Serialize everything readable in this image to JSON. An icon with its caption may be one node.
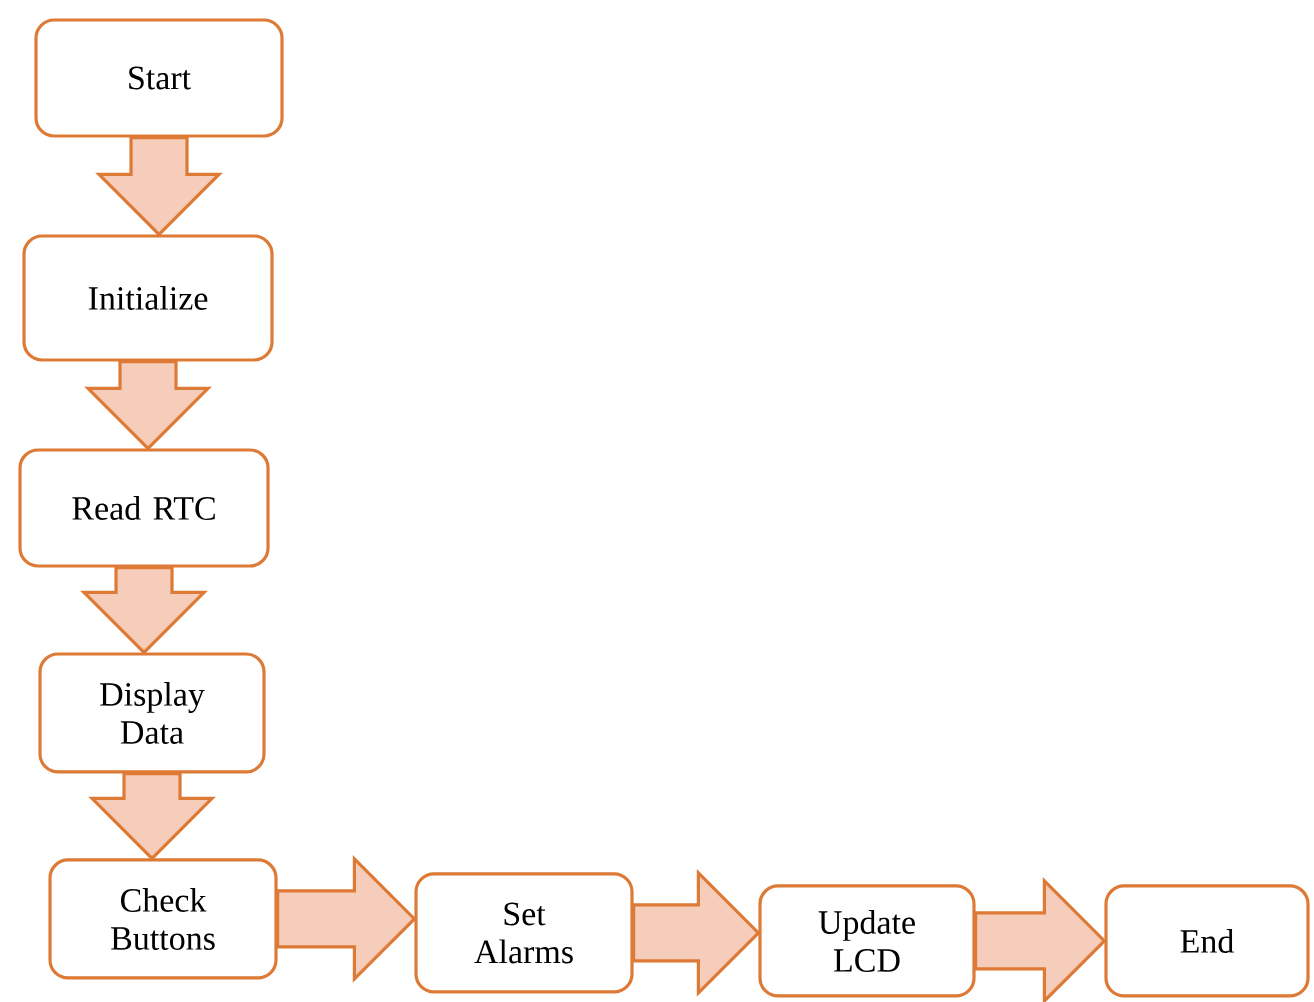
{
  "diagram": {
    "nodes": [
      {
        "text": [
          "Start"
        ]
      },
      {
        "text": [
          "Initialize"
        ]
      },
      {
        "text": [
          "Read RTC"
        ]
      },
      {
        "text": [
          "Display Data"
        ]
      },
      {
        "text": [
          "Check Buttons"
        ]
      },
      {
        "text": [
          "Set Alarms"
        ]
      },
      {
        "text": [
          "Update LCD"
        ]
      },
      {
        "text": [
          "End"
        ]
      }
    ],
    "edges": [
      {
        "from": 0,
        "to": 1,
        "arrow": "to"
      },
      {
        "from": 1,
        "to": 2,
        "arrow": "to"
      },
      {
        "from": 2,
        "to": 3,
        "arrow": "to"
      },
      {
        "from": 3,
        "to": 4,
        "arrow": "to"
      },
      {
        "from": 4,
        "to": 5,
        "arrow": "to"
      },
      {
        "from": 5,
        "to": 6,
        "arrow": "to"
      },
      {
        "from": 6,
        "to": 7,
        "arrow": "to"
      }
    ]
  }
}
